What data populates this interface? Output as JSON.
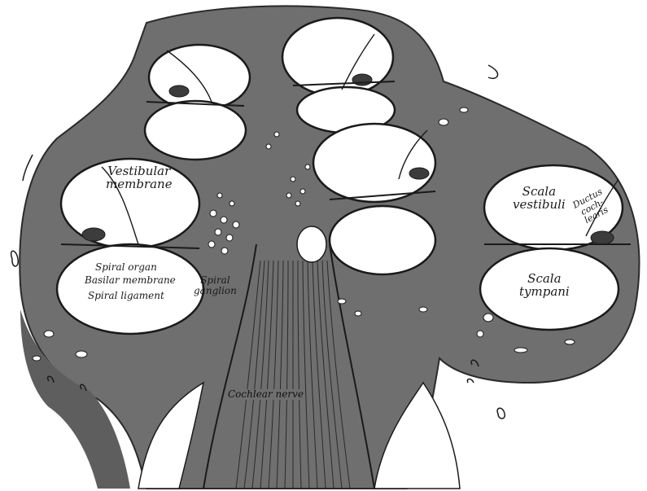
{
  "labels": {
    "vestibular_membrane_1": "Vestibular",
    "vestibular_membrane_2": "membrane",
    "spiral_organ": "Spiral organ",
    "basilar_membrane": "Basilar membrane",
    "spiral_ligament": "Spiral ligament",
    "spiral_ganglion_1": "Spiral",
    "spiral_ganglion_2": "ganglion",
    "cochlear_nerve": "Cochlear nerve",
    "scala_vestibuli_1": "Scala",
    "scala_vestibuli_2": "vestibuli",
    "scala_tympani_1": "Scala",
    "scala_tympani_2": "tympani",
    "ductus_cochlearis_1": "Ductus",
    "ductus_cochlearis_2": "coch-",
    "ductus_cochlearis_3": "learis"
  },
  "colors": {
    "tissue": "#6f6f6f",
    "tissue_dark": "#4a4a4a",
    "cavity": "#ffffff",
    "line": "#1a1a1a",
    "background": "#ffffff"
  }
}
